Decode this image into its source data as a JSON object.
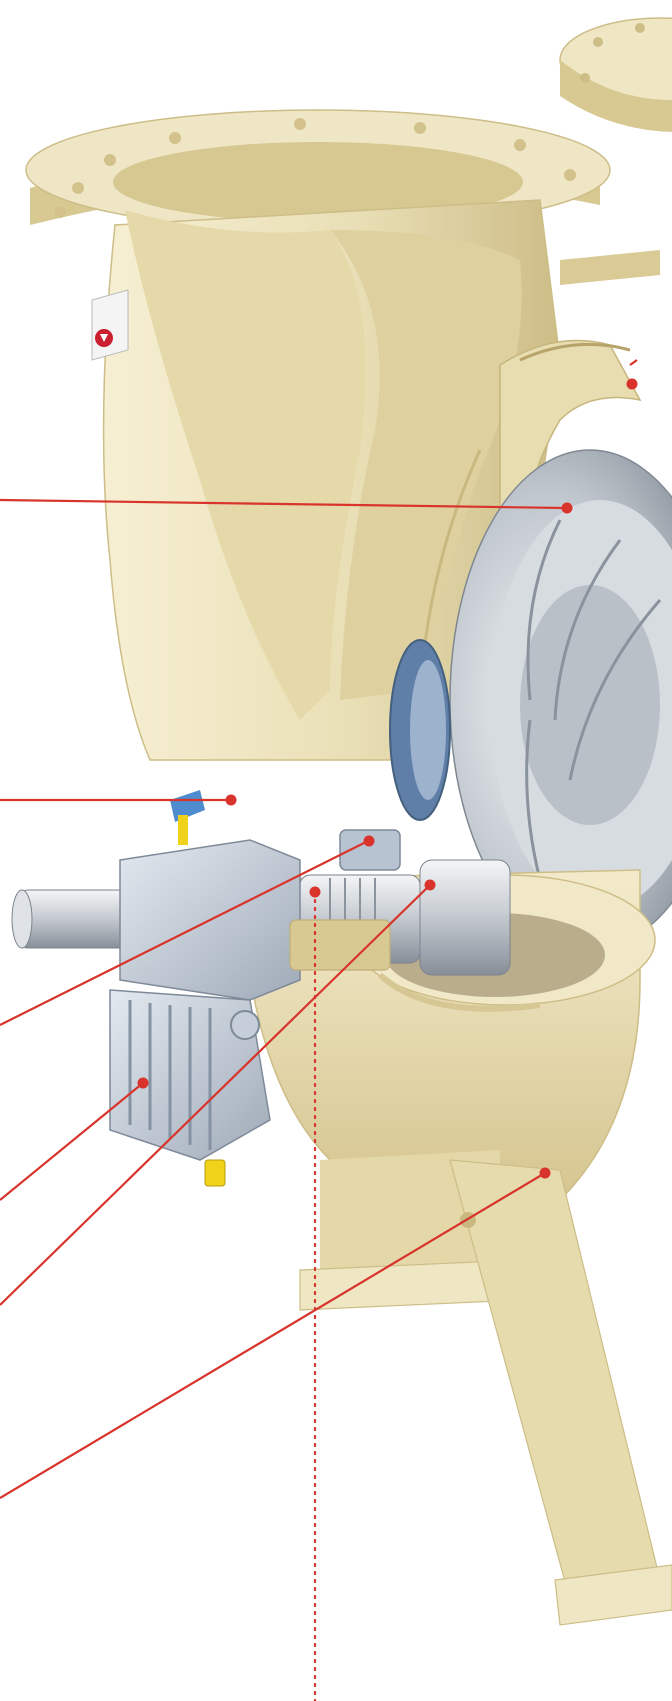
{
  "diagram": {
    "type": "pump-cutaway",
    "colors": {
      "casing": "#ece2bb",
      "casing_shadow": "#d6c795",
      "casing_dark": "#bfae78",
      "casing_light": "#f6efd2",
      "metal": "#c7ccd2",
      "metal_dark": "#8e96a0",
      "metal_light": "#eef0f2",
      "seal_blue": "#5f7fa8",
      "accent_yellow": "#f0d21a",
      "brand_red": "#c8202f",
      "leader": "#d8342c"
    },
    "leaders": [
      {
        "id": "discharge-volute",
        "style": "solid"
      },
      {
        "id": "impeller-wear-ring",
        "style": "solid"
      },
      {
        "id": "lubrication-port",
        "style": "solid"
      },
      {
        "id": "seal-chamber",
        "style": "solid"
      },
      {
        "id": "bearing-frame",
        "style": "solid"
      },
      {
        "id": "pump-shaft",
        "style": "solid"
      },
      {
        "id": "suction-casing",
        "style": "solid"
      },
      {
        "id": "shaft-sleeve",
        "style": "dotted"
      }
    ],
    "icons": [
      "logo-badge-icon"
    ]
  }
}
